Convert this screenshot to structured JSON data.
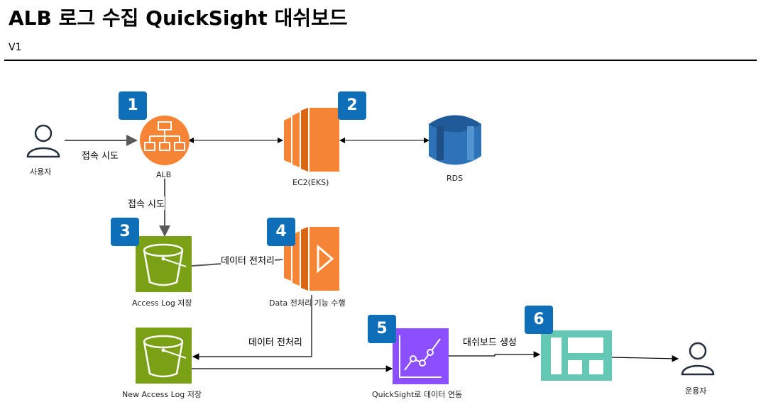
{
  "header": {
    "title": "ALB 로그 수집 QuickSight 대쉬보드",
    "version": "V1"
  },
  "badges": [
    "1",
    "2",
    "3",
    "4",
    "5",
    "6"
  ],
  "nodes": {
    "user": "사용자",
    "alb": "ALB",
    "ec2": "EC2(EKS)",
    "rds": "RDS",
    "s3_access_log": "Access Log 저장",
    "lambda": "Data 전처리 기능 수행",
    "s3_new_access_log": "New Access Log 저장",
    "quicksight": "QuickSight로 데이터 연동",
    "dashboard_user": "운용자"
  },
  "edges": {
    "user_to_alb": "접속 시도",
    "alb_to_s3": "접속 시도",
    "s3_to_lambda": "데이터 전처리",
    "lambda_to_s3": "데이터 전처리",
    "quicksight_to_dashboard": "대쉬보드 생성"
  },
  "colors": {
    "badge": "#0e6fb8",
    "compute": "#f58534",
    "database": "#2e73b8",
    "storage": "#7aa116",
    "analytics": "#8c4fff",
    "dashboard": "#64c8b4",
    "person": "#232f3e"
  }
}
